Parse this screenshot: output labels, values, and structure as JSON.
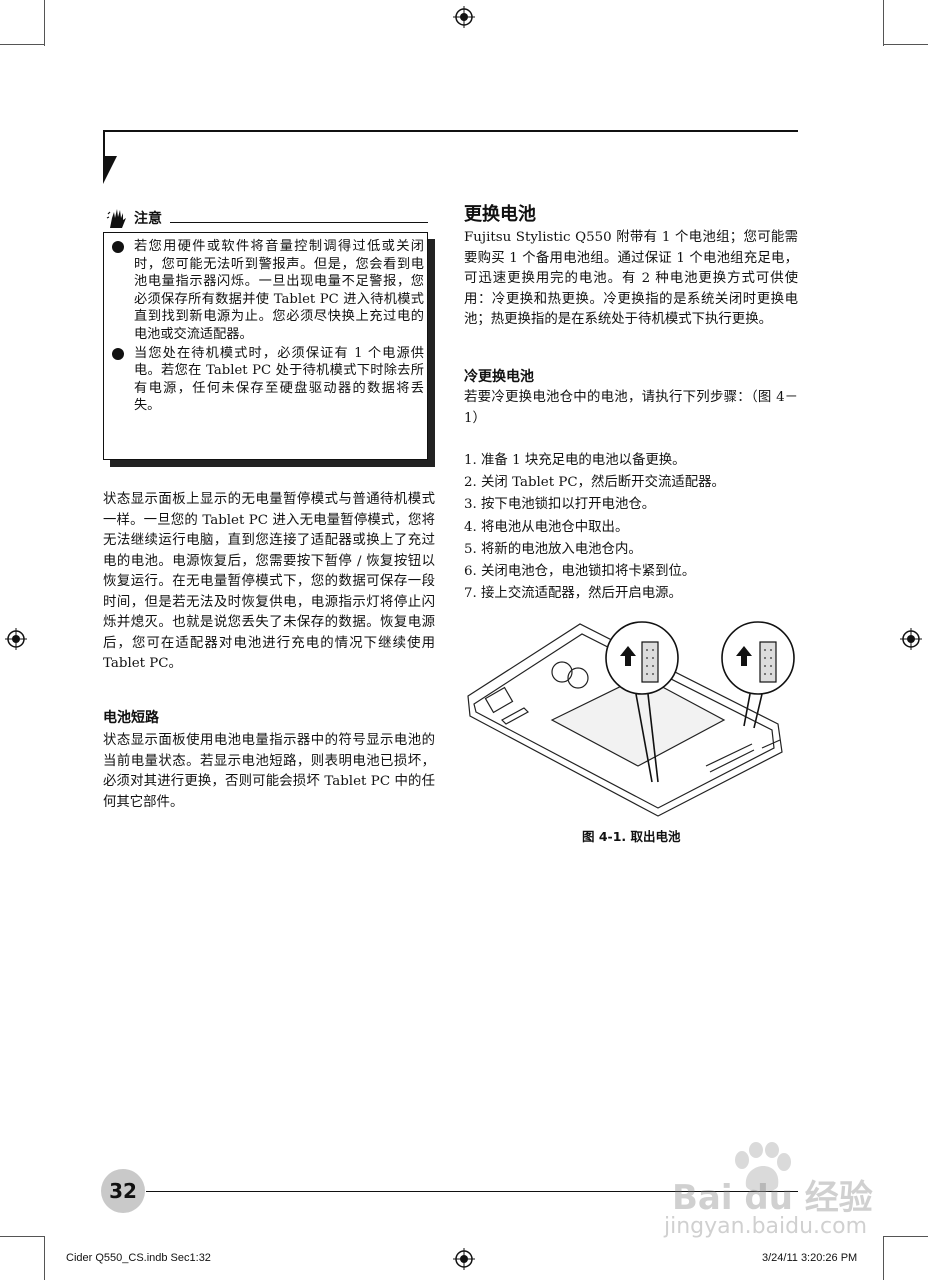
{
  "caution": {
    "title": "注意",
    "items": [
      "若您用硬件或软件将音量控制调得过低或关闭时，您可能无法听到警报声。但是，您会看到电池电量指示器闪烁。一旦出现电量不足警报，您必须保存所有数据并使 Tablet PC 进入待机模式直到找到新电源为止。您必须尽快换上充过电的电池或交流适配器。",
      "当您处在待机模式时，必须保证有 1 个电源供电。若您在 Tablet PC 处于待机模式下时除去所有电源，任何未保存至硬盘驱动器的数据将丢失。"
    ]
  },
  "left": {
    "para1": "状态显示面板上显示的无电量暂停模式与普通待机模式一样。一旦您的 Tablet PC 进入无电量暂停模式，您将无法继续运行电脑，直到您连接了适配器或换上了充过电的电池。电源恢复后，您需要按下暂停 / 恢复按钮以恢复运行。在无电量暂停模式下，您的数据可保存一段时间，但是若无法及时恢复供电，电源指示灯将停止闪烁并熄灭。也就是说您丢失了未保存的数据。恢复电源后，您可在适配器对电池进行充电的情况下继续使用 Tablet PC。",
    "heading2": "电池短路",
    "para2": "状态显示面板使用电池电量指示器中的符号显示电池的当前电量状态。若显示电池短路，则表明电池已损坏，必须对其进行更换，否则可能会损坏 Tablet PC 中的任何其它部件。"
  },
  "right": {
    "heading": "更换电池",
    "para1": "Fujitsu Stylistic Q550 附带有 1 个电池组；您可能需要购买 1 个备用电池组。通过保证 1 个电池组充足电，可迅速更换用完的电池。有 2 种电池更换方式可供使用：冷更换和热更换。冷更换指的是系统关闭时更换电池；热更换指的是在系统处于待机模式下执行更换。",
    "subheading": "冷更换电池",
    "para2": "若要冷更换电池仓中的电池，请执行下列步骤：（图 4－1）",
    "steps": [
      "1. 准备 1 块充足电的电池以备更换。",
      "2. 关闭 Tablet PC，然后断开交流适配器。",
      "3. 按下电池锁扣以打开电池仓。",
      "4. 将电池从电池仓中取出。",
      "5. 将新的电池放入电池仓内。",
      "6. 关闭电池仓，电池锁扣将卡紧到位。",
      "7. 接上交流适配器，然后开启电源。"
    ],
    "figure_caption": "图 4-1. 取出电池"
  },
  "footer": {
    "page_number": "32",
    "slug_left": "Cider Q550_CS.indb   Sec1:32",
    "slug_right": "3/24/11   3:20:26 PM"
  },
  "watermark": {
    "logo_text": "Bai du 经验",
    "url": "jingyan.baidu.com"
  }
}
